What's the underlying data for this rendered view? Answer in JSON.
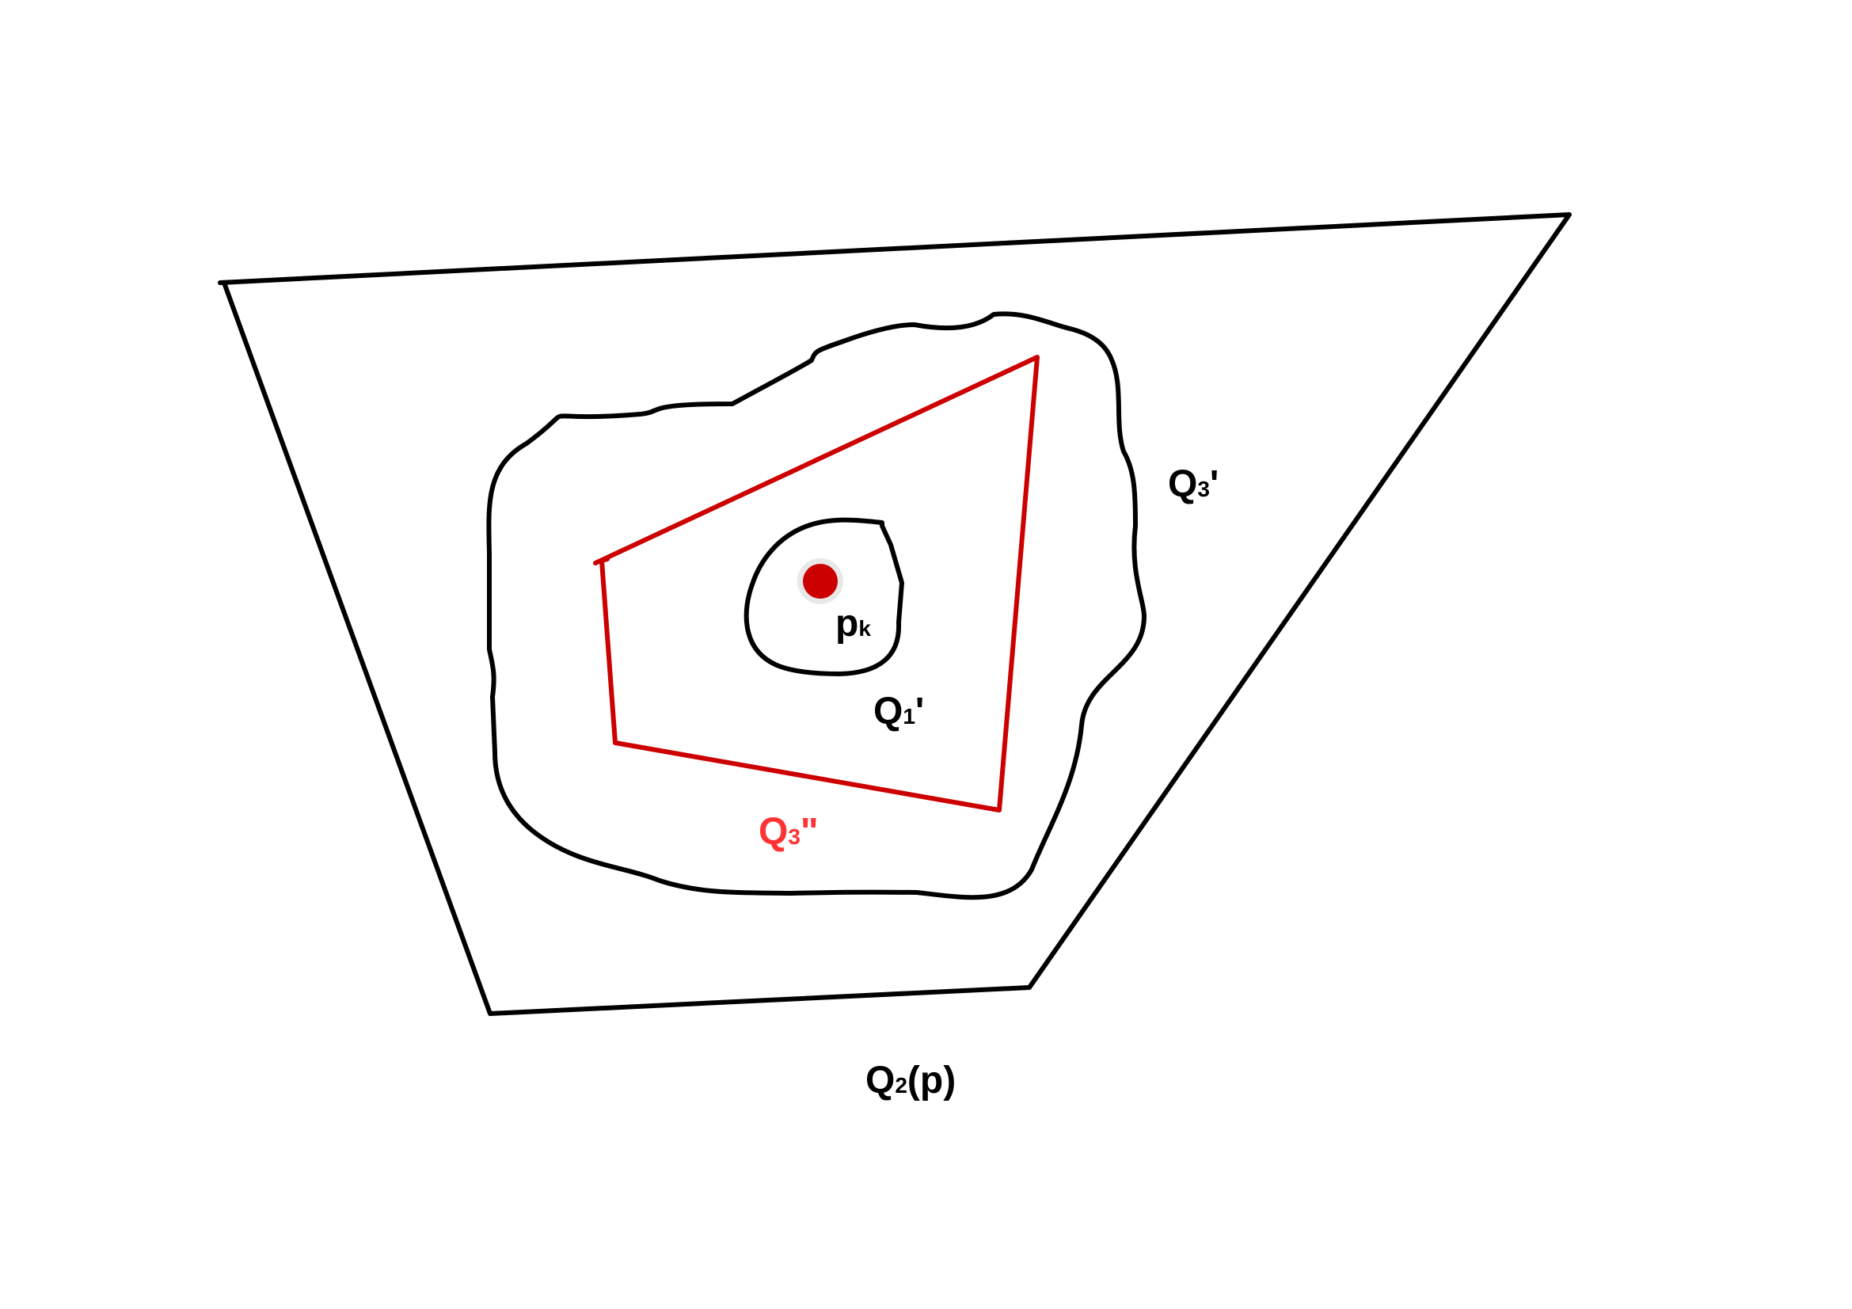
{
  "colors": {
    "background": "#ffffff",
    "outline": "#000000",
    "highlight_shape": "#cc0000",
    "highlight_label": "#ff3333",
    "point_fill": "#cc0000",
    "point_halo": "#e8e8e8"
  },
  "labels": {
    "q2": {
      "main": "Q",
      "sub": "2",
      "tail": "(p)"
    },
    "q3_prime": {
      "main": "Q",
      "sub": "3",
      "tail": "'"
    },
    "q1_prime": {
      "main": "Q",
      "sub": "1",
      "tail": "'"
    },
    "q3_double_prime": {
      "main": "Q",
      "sub": "3",
      "tail": "\""
    },
    "pk": {
      "main": "p",
      "sub": "k"
    }
  }
}
